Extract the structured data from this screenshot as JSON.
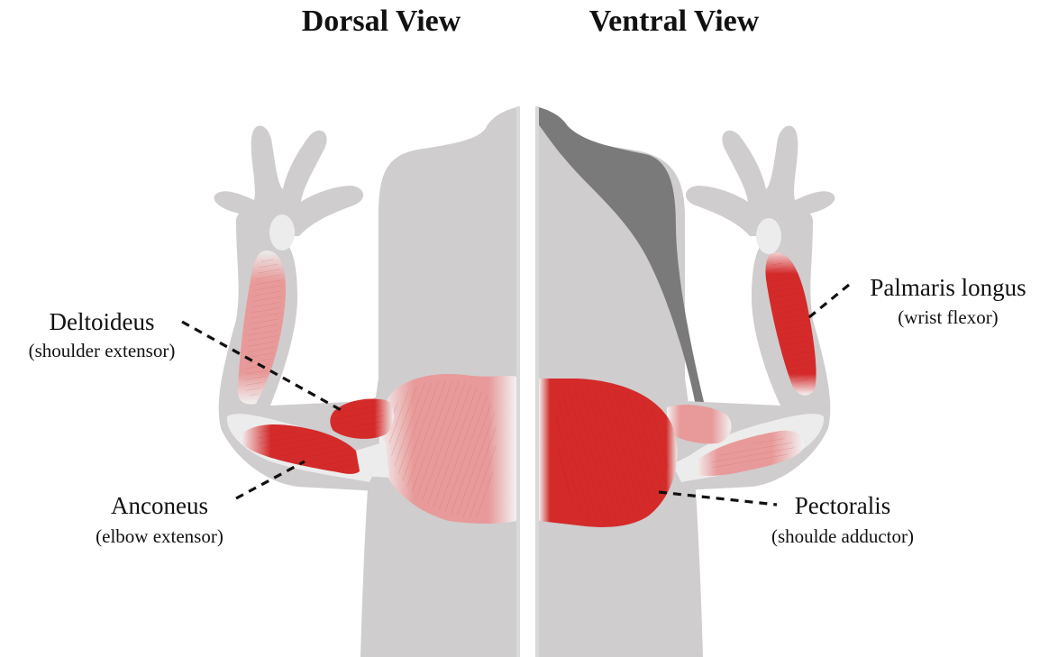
{
  "titles": {
    "dorsal": "Dorsal View",
    "ventral": "Ventral View"
  },
  "labels": {
    "deltoideus": {
      "name": "Deltoideus",
      "function": "(shoulder extensor)"
    },
    "anconeus": {
      "name": "Anconeus",
      "function": "(elbow extensor)"
    },
    "palmaris_longus": {
      "name": "Palmaris longus",
      "function": "(wrist flexor)"
    },
    "pectoralis": {
      "name": "Pectoralis",
      "function": "(shoulde adductor)"
    }
  },
  "colors": {
    "body": "#cfcdce",
    "body_dark": "#7a7a7a",
    "muscle_active": "#d42a2a",
    "muscle_light": "#e89a9a",
    "tendon": "#ececec"
  }
}
